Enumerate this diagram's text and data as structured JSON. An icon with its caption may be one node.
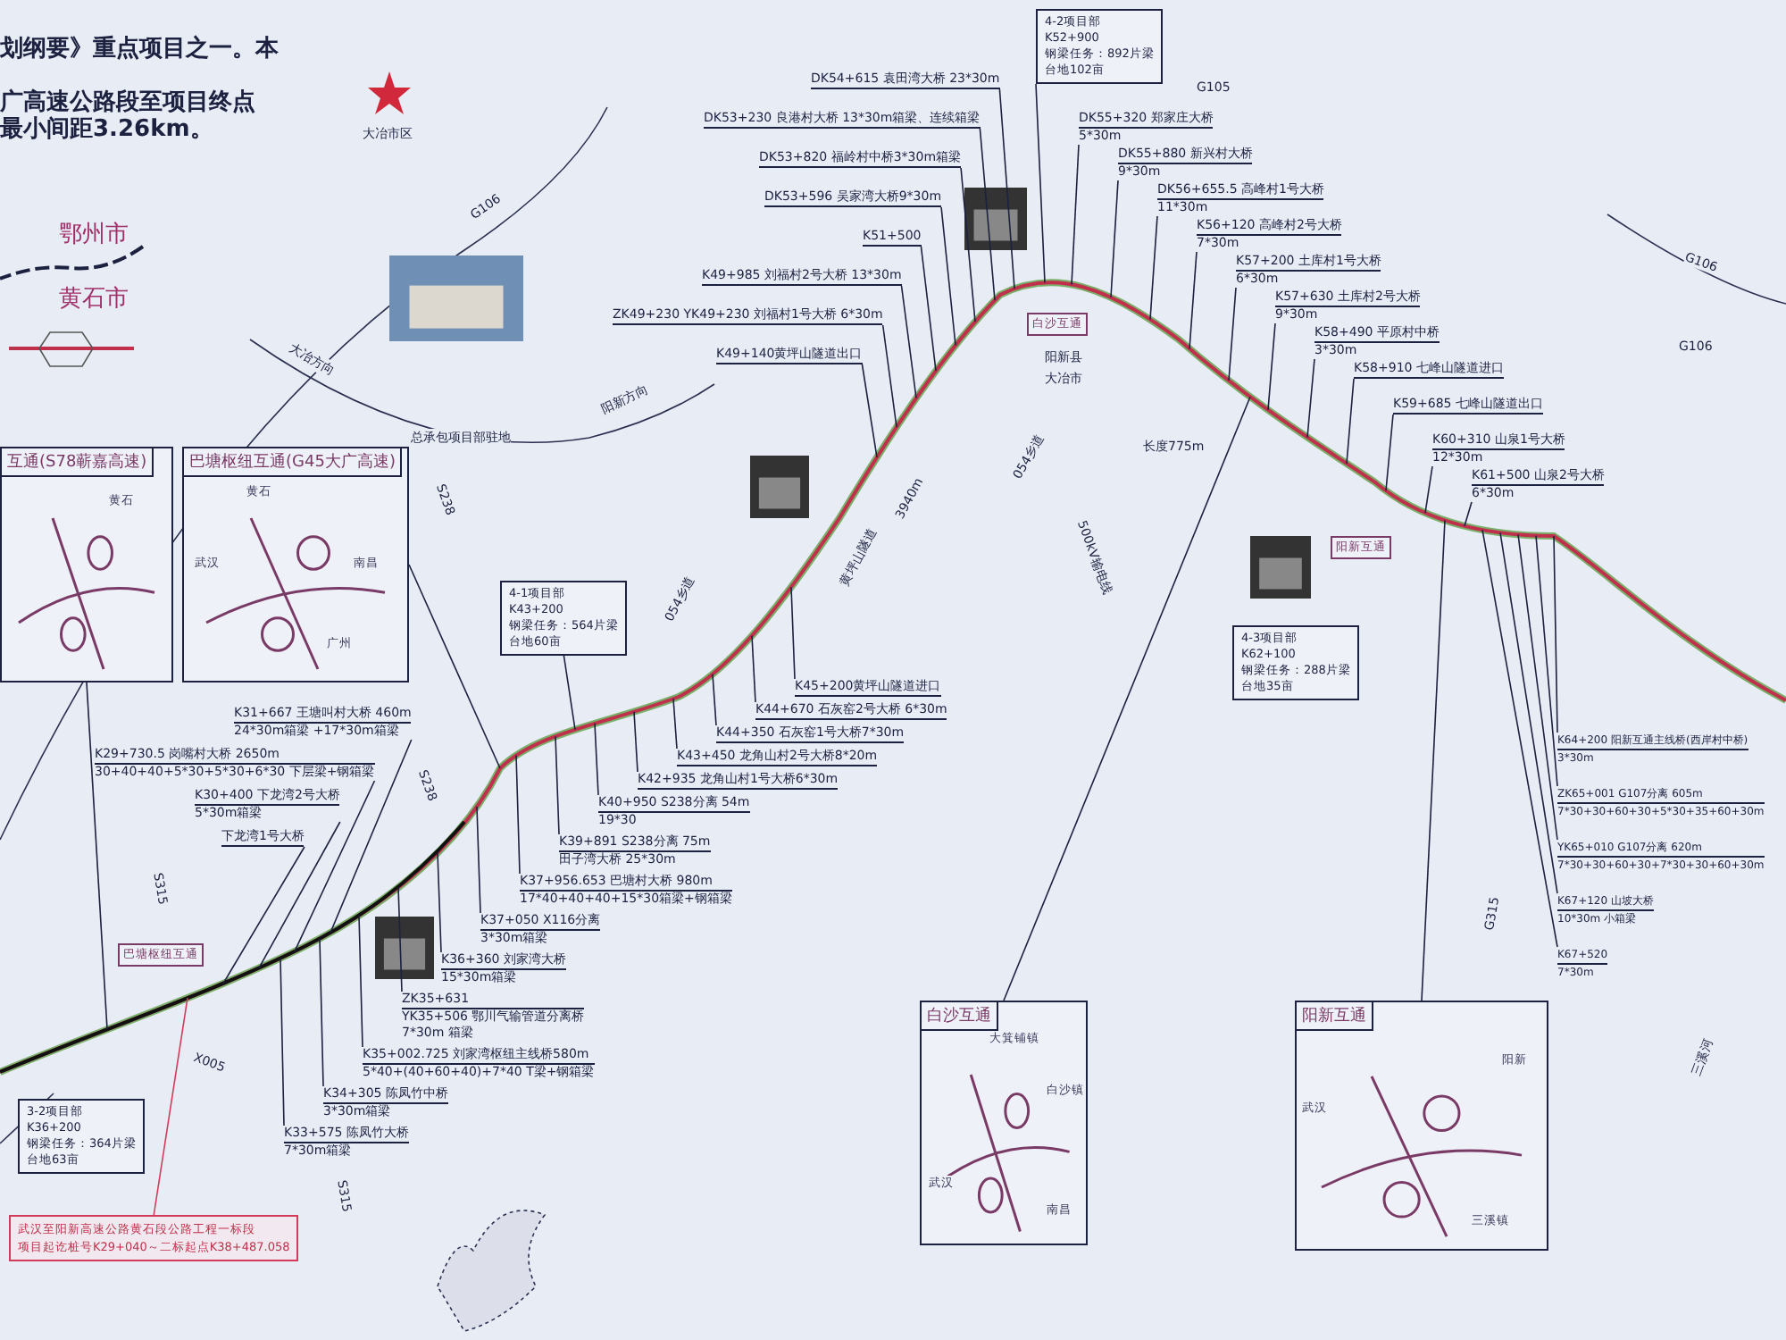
{
  "diagram": {
    "nodes": [
      {
        "text": [
          "互通(S78蕲嘉高速)",
          "黄石"
        ]
      },
      {
        "text": [
          "巴塘枢纽互通(G45大广高速)",
          "黄石",
          "武汉",
          "南昌",
          "广州"
        ]
      },
      {
        "text": [
          "白沙互通",
          "大箕铺镇",
          "白沙镇",
          "武汉",
          "南昌"
        ]
      },
      {
        "text": [
          "阳新互通",
          "阳新",
          "武汉",
          "三溪镇"
        ]
      },
      {
        "text": [
          "4-2项目部",
          "K52+900",
          "钢梁任务：892片梁",
          "台地102亩"
        ]
      },
      {
        "text": [
          "4-1项目部",
          "K43+200",
          "钢梁任务：564片梁",
          "台地60亩"
        ]
      },
      {
        "text": [
          "3-2项目部",
          "K36+200",
          "钢梁任务：364片梁",
          "台地63亩"
        ]
      },
      {
        "text": [
          "4-3项目部",
          "K62+100",
          "钢梁任务：288片梁",
          "台地35亩"
        ]
      },
      {
        "text": [
          "武汉至阳新高速公路黄石段公路工程一标段",
          "项目起讫桩号K29+040～二标起点K38+487.058"
        ]
      },
      {
        "text": [
          "白沙互通"
        ]
      },
      {
        "text": [
          "阳新互通"
        ]
      },
      {
        "text": [
          "巴塘枢纽互通"
        ]
      },
      {
        "text": [
          "DK55+320 郑家庄大桥",
          "5*30m"
        ]
      },
      {
        "text": [
          "DK55+880 新兴村大桥",
          "9*30m"
        ]
      },
      {
        "text": [
          "DK56+655.5 高峰村1号大桥",
          "11*30m"
        ]
      },
      {
        "text": [
          "K56+120 高峰村2号大桥",
          "7*30m"
        ]
      },
      {
        "text": [
          "K57+200 土库村1号大桥",
          "6*30m"
        ]
      },
      {
        "text": [
          "K57+630 土库村2号大桥",
          "9*30m"
        ]
      },
      {
        "text": [
          "K58+490 平原村中桥",
          "3*30m"
        ]
      },
      {
        "text": [
          "K58+910 七峰山隧道进口"
        ]
      },
      {
        "text": [
          "K59+685 七峰山隧道出口"
        ]
      },
      {
        "text": [
          "K60+310 山泉1号大桥",
          "12*30m"
        ]
      },
      {
        "text": [
          "K61+500 山泉2号大桥",
          "6*30m"
        ]
      },
      {
        "text": [
          "K64+200 阳新互通主线桥(西岸村中桥)",
          "3*30m"
        ]
      },
      {
        "text": [
          "ZK65+001 G107分离 605m",
          "7*30+30+60+30+5*30+35+60+30m"
        ]
      },
      {
        "text": [
          "YK65+010 G107分离 620m",
          "7*30+30+60+30+7*30+30+60+30m"
        ]
      },
      {
        "text": [
          "K67+120 山坡大桥",
          "10*30m 小箱梁"
        ]
      },
      {
        "text": [
          "K67+520",
          "7*30m"
        ]
      },
      {
        "text": [
          "K51+500"
        ]
      },
      {
        "text": [
          "DK53+596 吴家湾大桥9*30m"
        ]
      },
      {
        "text": [
          "DK53+820 福岭村中桥3*30m箱梁"
        ]
      },
      {
        "text": [
          "DK53+230 良港村大桥 13*30m箱梁、连续箱梁"
        ]
      },
      {
        "text": [
          "DK54+615 袁田湾大桥 23*30m"
        ]
      },
      {
        "text": [
          "K49+985 刘福村2号大桥 13*30m"
        ]
      },
      {
        "text": [
          "ZK49+230 YK49+230 刘福村1号大桥 6*30m"
        ]
      },
      {
        "text": [
          "K49+140黄坪山隧道出口"
        ]
      },
      {
        "text": [
          "K45+200黄坪山隧道进口"
        ]
      },
      {
        "text": [
          "K44+670 石灰窑2号大桥 6*30m"
        ]
      },
      {
        "text": [
          "K44+350 石灰窑1号大桥7*30m"
        ]
      },
      {
        "text": [
          "K43+450 龙角山村2号大桥8*20m"
        ]
      },
      {
        "text": [
          "K42+935 龙角山村1号大桥6*30m"
        ]
      },
      {
        "text": [
          "K40+950 S238分离 54m",
          "19*30"
        ]
      },
      {
        "text": [
          "K39+891 S238分离 75m",
          "田子湾大桥 25*30m"
        ]
      },
      {
        "text": [
          "K37+956.653 巴塘村大桥 980m",
          "17*40+40+40+15*30箱梁+钢箱梁"
        ]
      },
      {
        "text": [
          "K37+050 X116分离",
          "3*30m箱梁"
        ]
      },
      {
        "text": [
          "K36+360 刘家湾大桥",
          "15*30m箱梁"
        ]
      },
      {
        "text": [
          "ZK35+631",
          "YK35+506 鄂川气输管道分离桥",
          "7*30m 箱梁"
        ]
      },
      {
        "text": [
          "K35+002.725 刘家湾枢纽主线桥580m",
          "5*40+(40+60+40)+7*40 T梁+钢箱梁"
        ]
      },
      {
        "text": [
          "K34+305 陈凤竹中桥",
          "3*30m箱梁"
        ]
      },
      {
        "text": [
          "K33+575 陈凤竹大桥",
          "7*30m箱梁"
        ]
      },
      {
        "text": [
          "K31+667 王塘叫村大桥 460m",
          "24*30m箱梁 +17*30m箱梁"
        ]
      },
      {
        "text": [
          "K29+730.5 岗嘴村大桥 2650m",
          "30+40+40+5*30+5*30+6*30 下层梁+钢箱梁"
        ]
      },
      {
        "text": [
          "K30+400 下龙湾2号大桥",
          "5*30m箱梁"
        ]
      },
      {
        "text": [
          "下龙湾1号大桥"
        ]
      }
    ],
    "edges": [
      {
        "from": 0,
        "to": null,
        "arrow": "none"
      },
      {
        "from": 1,
        "to": null,
        "arrow": "none"
      },
      {
        "from": 2,
        "to": null,
        "arrow": "none"
      },
      {
        "from": 3,
        "to": null,
        "arrow": "none"
      },
      {
        "from": 4,
        "to": null,
        "arrow": "none"
      },
      {
        "from": 5,
        "to": null,
        "arrow": "none"
      },
      {
        "from": 8,
        "to": null,
        "arrow": "none",
        "color": "#d23b5a"
      },
      {
        "from": 12,
        "to": null,
        "arrow": "none"
      },
      {
        "from": 13,
        "to": null,
        "arrow": "none"
      },
      {
        "from": 14,
        "to": null,
        "arrow": "none"
      },
      {
        "from": 15,
        "to": null,
        "arrow": "none"
      },
      {
        "from": 16,
        "to": null,
        "arrow": "none"
      },
      {
        "from": 17,
        "to": null,
        "arrow": "none"
      },
      {
        "from": 18,
        "to": null,
        "arrow": "none"
      },
      {
        "from": 19,
        "to": null,
        "arrow": "none"
      },
      {
        "from": 20,
        "to": null,
        "arrow": "none"
      },
      {
        "from": 21,
        "to": null,
        "arrow": "none"
      },
      {
        "from": 22,
        "to": null,
        "arrow": "none"
      },
      {
        "from": 23,
        "to": null,
        "arrow": "none"
      },
      {
        "from": 24,
        "to": null,
        "arrow": "none"
      },
      {
        "from": 25,
        "to": null,
        "arrow": "none"
      },
      {
        "from": 26,
        "to": null,
        "arrow": "none"
      },
      {
        "from": 27,
        "to": null,
        "arrow": "none"
      },
      {
        "from": 28,
        "to": null,
        "arrow": "none"
      },
      {
        "from": 29,
        "to": null,
        "arrow": "none"
      },
      {
        "from": 30,
        "to": null,
        "arrow": "none"
      },
      {
        "from": 31,
        "to": null,
        "arrow": "none"
      },
      {
        "from": 32,
        "to": null,
        "arrow": "none"
      },
      {
        "from": 33,
        "to": null,
        "arrow": "none"
      },
      {
        "from": 34,
        "to": null,
        "arrow": "none"
      },
      {
        "from": 35,
        "to": null,
        "arrow": "none"
      },
      {
        "from": 36,
        "to": null,
        "arrow": "none"
      },
      {
        "from": 37,
        "to": null,
        "arrow": "none"
      },
      {
        "from": 38,
        "to": null,
        "arrow": "none"
      },
      {
        "from": 39,
        "to": null,
        "arrow": "none"
      },
      {
        "from": 40,
        "to": null,
        "arrow": "none"
      },
      {
        "from": 41,
        "to": null,
        "arrow": "none"
      },
      {
        "from": 42,
        "to": null,
        "arrow": "none"
      },
      {
        "from": 43,
        "to": null,
        "arrow": "none"
      },
      {
        "from": 44,
        "to": null,
        "arrow": "none"
      },
      {
        "from": 45,
        "to": null,
        "arrow": "none"
      },
      {
        "from": 46,
        "to": null,
        "arrow": "none"
      },
      {
        "from": 47,
        "to": null,
        "arrow": "none"
      },
      {
        "from": 48,
        "to": null,
        "arrow": "none"
      },
      {
        "from": 49,
        "to": null,
        "arrow": "none"
      },
      {
        "from": 50,
        "to": null,
        "arrow": "none"
      },
      {
        "from": 51,
        "to": null,
        "arrow": "none"
      },
      {
        "from": 52,
        "to": null,
        "arrow": "none"
      },
      {
        "from": 53,
        "to": null,
        "arrow": "none"
      }
    ],
    "labels": [
      "划纲要》重点项目之一。本",
      "广高速公路段至项目终点",
      "最小间距3.26km。",
      "大冶市区",
      "鄂州市",
      "黄石市",
      "大冶方向",
      "总承包项目部驻地",
      "阳新方向",
      "G106",
      "G105",
      "G106",
      "G106",
      "054乡道",
      "阳新县",
      "大冶市",
      "黄坪山隧道",
      "3940m",
      "054乡道",
      "长度775m",
      "500kV输电线",
      "S238",
      "S238",
      "S315",
      "S315",
      "X005",
      "G315",
      "三溪河"
    ]
  }
}
